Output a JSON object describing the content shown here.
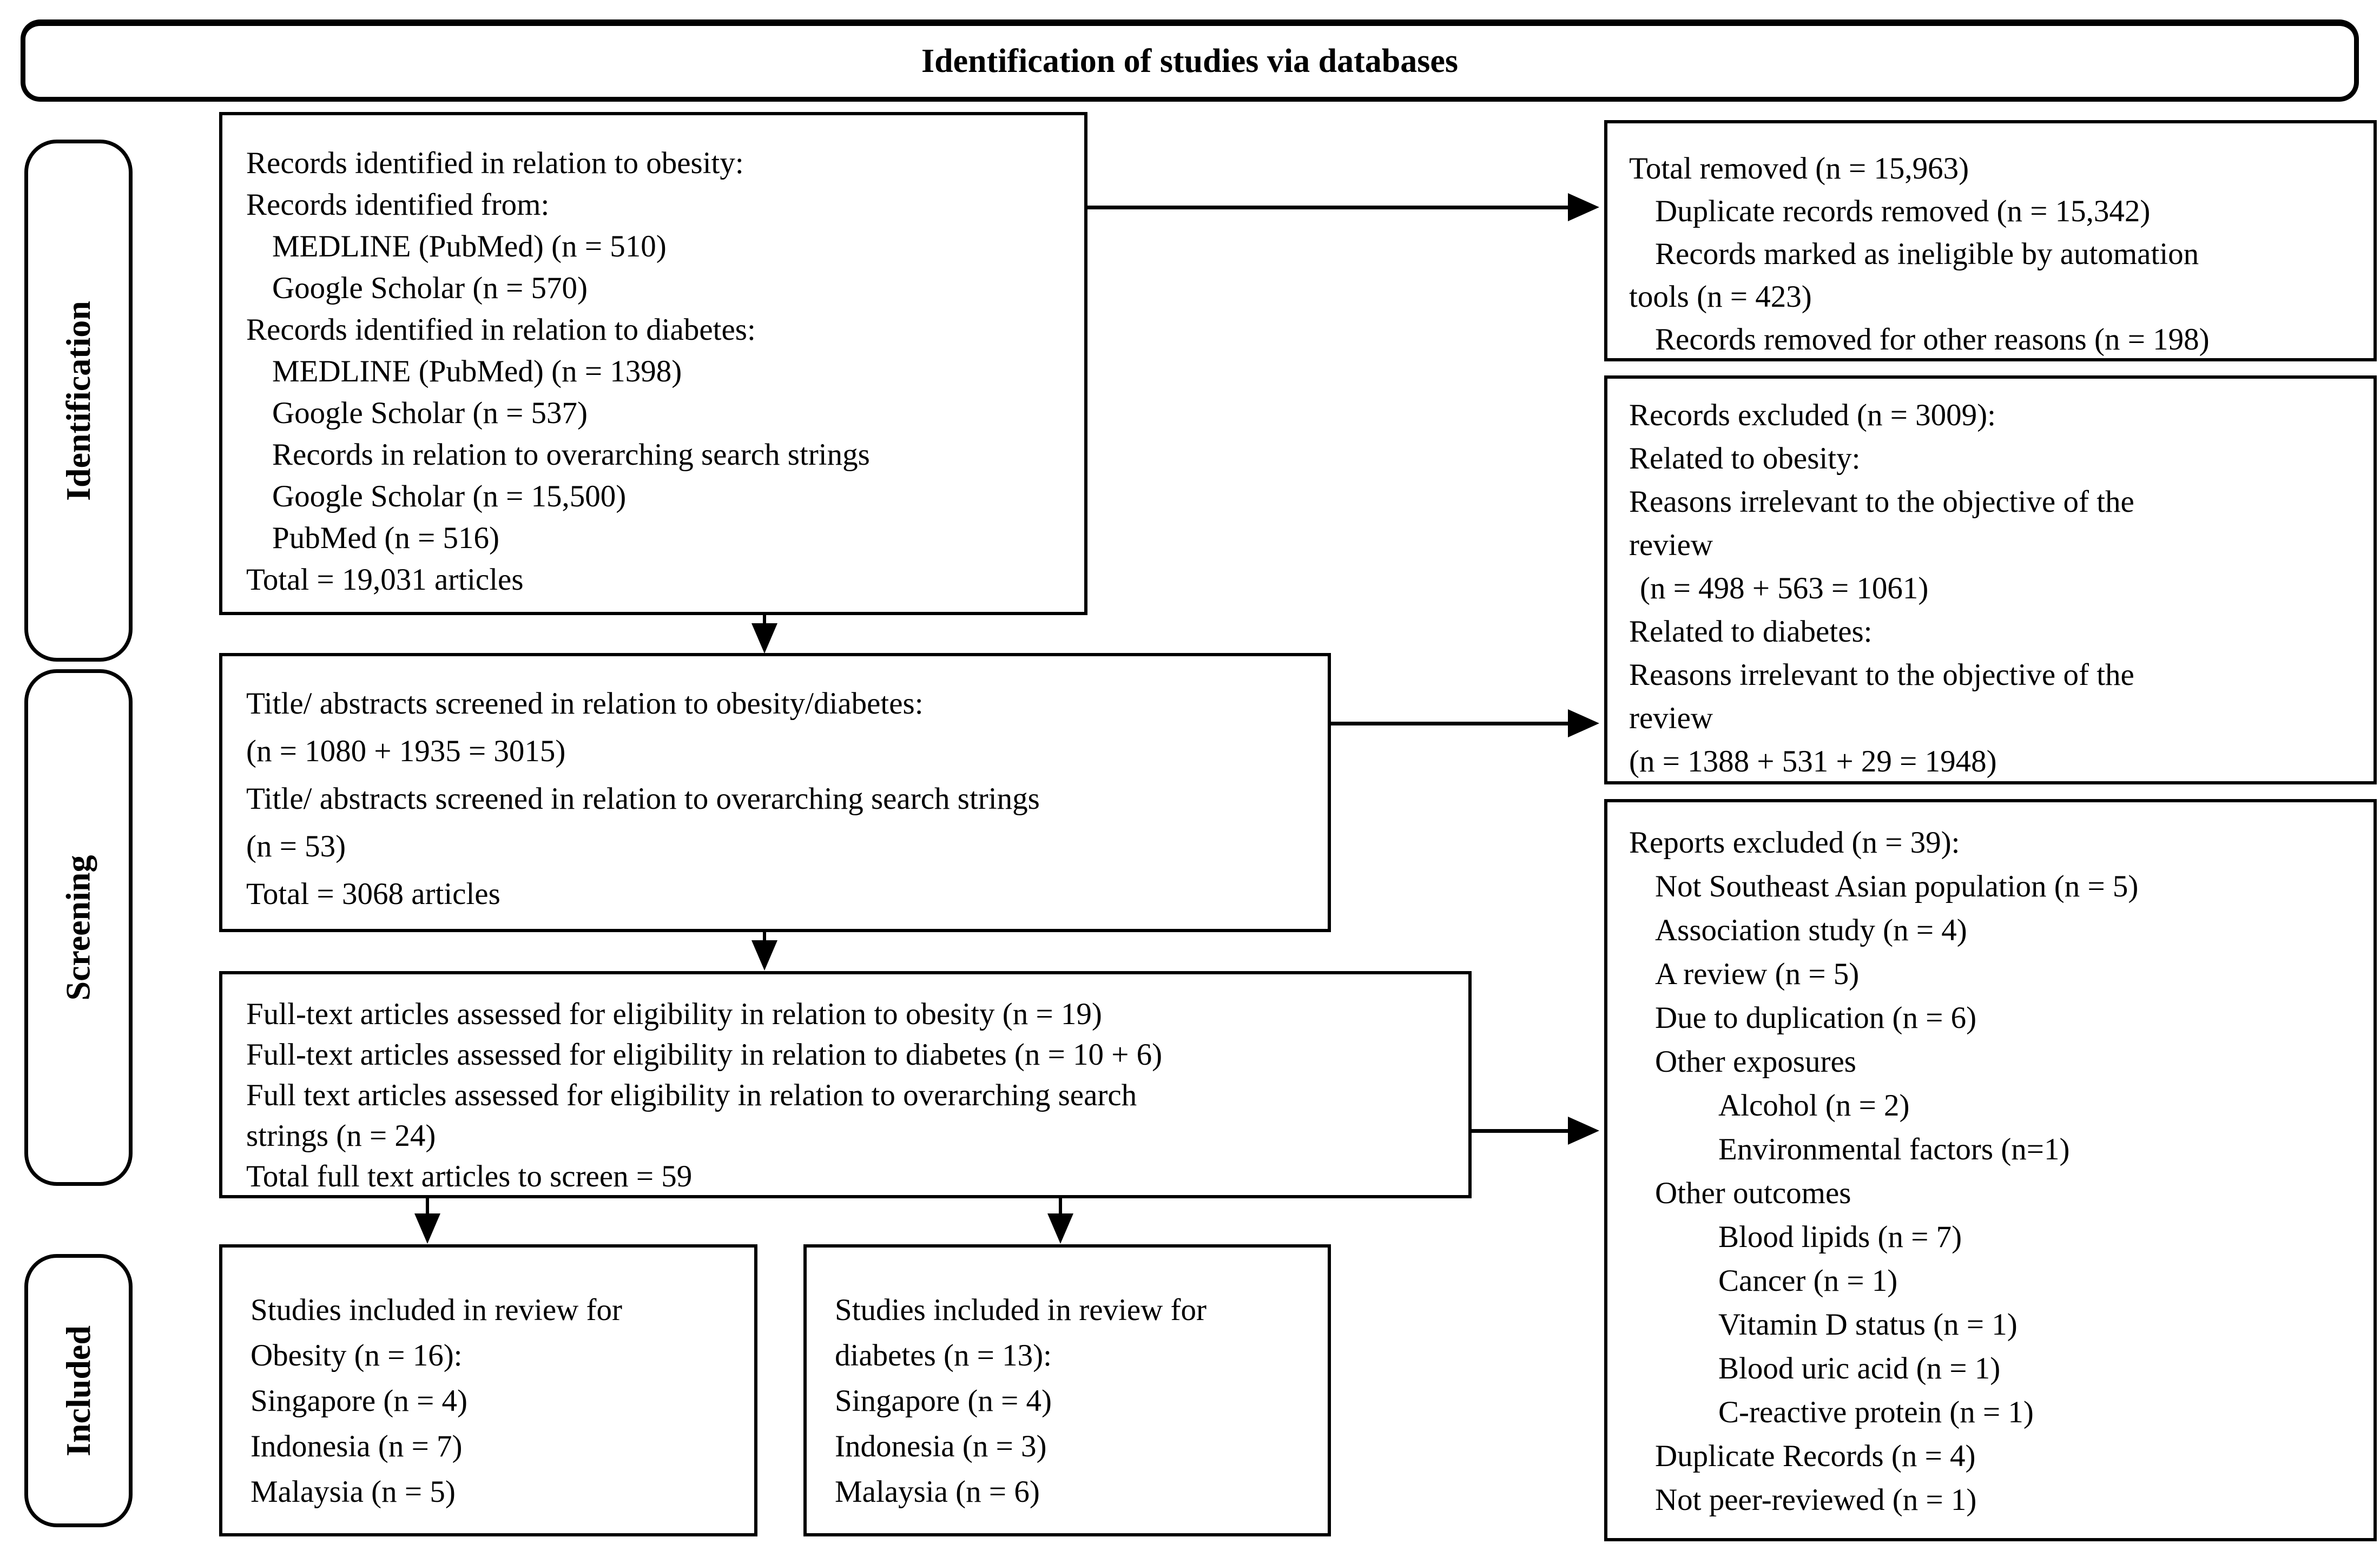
{
  "banner": {
    "title": "Identification of studies via databases"
  },
  "stages": [
    {
      "label": "Identification"
    },
    {
      "label": "Screening"
    },
    {
      "label": "Included"
    }
  ],
  "colors": {
    "ink": "#000000",
    "paper": "#ffffff"
  },
  "boxes": {
    "identified": {
      "lines": [
        {
          "t": "Records identified in relation to obesity:",
          "ind": 0
        },
        {
          "t": "Records identified from:",
          "ind": 0
        },
        {
          "t": "MEDLINE (PubMed) (n = 510)",
          "ind": 1
        },
        {
          "t": "Google Scholar (n = 570)",
          "ind": 1
        },
        {
          "t": "Records identified in relation to diabetes:",
          "ind": 0
        },
        {
          "t": "MEDLINE (PubMed) (n = 1398)",
          "ind": 1
        },
        {
          "t": "Google Scholar (n = 537)",
          "ind": 1
        },
        {
          "t": "Records in relation to overarching search strings",
          "ind": 1
        },
        {
          "t": "Google Scholar (n = 15,500)",
          "ind": 1
        },
        {
          "t": "PubMed (n = 516)",
          "ind": 1
        },
        {
          "t": "Total = 19,031 articles",
          "ind": 0
        }
      ]
    },
    "removed": {
      "lines": [
        {
          "t": "Total removed (n = 15,963)",
          "ind": 0
        },
        {
          "t": "Duplicate records removed (n = 15,342)",
          "ind": 1
        },
        {
          "t": "Records marked as ineligible by automation",
          "ind": 1
        },
        {
          "t": "tools (n = 423)",
          "ind": 0
        },
        {
          "t": "Records removed for other reasons (n = 198)",
          "ind": 1
        }
      ]
    },
    "excluded_records": {
      "lines": [
        {
          "t": "Records excluded (n = 3009):",
          "ind": 0
        },
        {
          "t": "Related to obesity:",
          "ind": 0
        },
        {
          "t": "Reasons irrelevant to the objective of the",
          "ind": 0
        },
        {
          "t": "review",
          "ind": 0
        },
        {
          "t": "(n = 498 + 563 = 1061)",
          "ind": 3
        },
        {
          "t": "Related to diabetes:",
          "ind": 0
        },
        {
          "t": "Reasons irrelevant to the objective of the",
          "ind": 0
        },
        {
          "t": "review",
          "ind": 0
        },
        {
          "t": "(n = 1388 + 531 + 29 = 1948)",
          "ind": 0
        }
      ]
    },
    "screened": {
      "lines": [
        {
          "t": "Title/ abstracts screened in relation to obesity/diabetes:",
          "ind": 0
        },
        {
          "t": "(n = 1080 + 1935 = 3015)",
          "ind": 0
        },
        {
          "t": "Title/ abstracts screened in relation to overarching search strings",
          "ind": 0
        },
        {
          "t": "(n = 53)",
          "ind": 0
        },
        {
          "t": "Total = 3068 articles",
          "ind": 0
        }
      ]
    },
    "fulltext": {
      "lines": [
        {
          "t": "Full-text articles assessed for eligibility in relation to obesity (n = 19)",
          "ind": 0
        },
        {
          "t": "Full-text articles assessed for eligibility in relation to diabetes (n = 10 + 6)",
          "ind": 0
        },
        {
          "t": "Full text articles assessed for eligibility in relation to overarching search",
          "ind": 0
        },
        {
          "t": "strings (n = 24)",
          "ind": 0
        },
        {
          "t": "Total full text articles to screen = 59",
          "ind": 0
        }
      ]
    },
    "reports_excluded": {
      "lines": [
        {
          "t": "Reports excluded (n = 39):",
          "ind": 0
        },
        {
          "t": "Not Southeast Asian population (n = 5)",
          "ind": 1
        },
        {
          "t": "Association study (n = 4)",
          "ind": 1
        },
        {
          "t": "A review (n = 5)",
          "ind": 1
        },
        {
          "t": "Due to duplication (n = 6)",
          "ind": 1
        },
        {
          "t": "Other exposures",
          "ind": 1
        },
        {
          "t": "Alcohol (n = 2)",
          "ind": 2
        },
        {
          "t": "Environmental factors (n=1)",
          "ind": 2
        },
        {
          "t": "Other outcomes",
          "ind": 1
        },
        {
          "t": "Blood lipids (n = 7)",
          "ind": 2
        },
        {
          "t": "Cancer (n = 1)",
          "ind": 2
        },
        {
          "t": "Vitamin D status (n = 1)",
          "ind": 2
        },
        {
          "t": "Blood uric acid (n = 1)",
          "ind": 2
        },
        {
          "t": "C-reactive protein (n = 1)",
          "ind": 2
        },
        {
          "t": "Duplicate Records (n = 4)",
          "ind": 1
        },
        {
          "t": "Not peer-reviewed (n = 1)",
          "ind": 1
        }
      ]
    },
    "included_obesity": {
      "lines": [
        {
          "t": "Studies included in review for",
          "ind": 0
        },
        {
          "t": "Obesity (n = 16):",
          "ind": 0
        },
        {
          "t": "Singapore (n = 4)",
          "ind": 0
        },
        {
          "t": "Indonesia (n = 7)",
          "ind": 0
        },
        {
          "t": "Malaysia (n = 5)",
          "ind": 0
        }
      ]
    },
    "included_diabetes": {
      "lines": [
        {
          "t": "Studies included in review for",
          "ind": 0
        },
        {
          "t": "diabetes (n = 13):",
          "ind": 0
        },
        {
          "t": "Singapore (n = 4)",
          "ind": 0
        },
        {
          "t": "Indonesia (n = 3)",
          "ind": 0
        },
        {
          "t": "Malaysia (n = 6)",
          "ind": 0
        }
      ]
    }
  },
  "connections": [
    {
      "from": "records-identified",
      "to": "records-removed"
    },
    {
      "from": "records-identified",
      "to": "titles-screened"
    },
    {
      "from": "titles-screened",
      "to": "records-excluded"
    },
    {
      "from": "titles-screened",
      "to": "fulltext-assessed"
    },
    {
      "from": "fulltext-assessed",
      "to": "reports-excluded"
    },
    {
      "from": "fulltext-assessed",
      "to": "included-obesity"
    },
    {
      "from": "fulltext-assessed",
      "to": "included-diabetes"
    }
  ]
}
